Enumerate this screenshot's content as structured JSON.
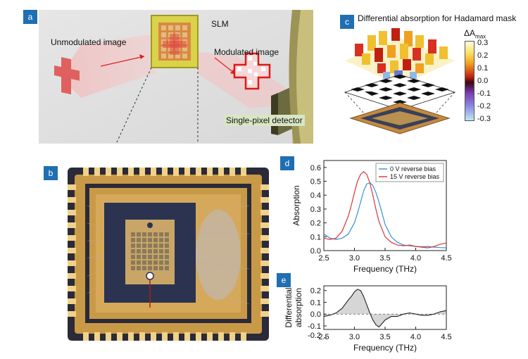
{
  "panels": {
    "a": "a",
    "b": "b",
    "c": "c",
    "d": "d",
    "e": "e"
  },
  "panel_a": {
    "slm_label": "SLM",
    "unmodulated_label": "Unmodulated image",
    "modulated_label": "Modulated image",
    "detector_label": "Single-pixel detector"
  },
  "panel_c": {
    "title": "Differential absorption for Hadamard mask",
    "colorbar_title_main": "ΔA",
    "colorbar_title_sub": "max",
    "colorbar_ticks": [
      "0.3",
      "0.2",
      "0.1",
      "0.0",
      "-0.1",
      "-0.2",
      "-0.3"
    ]
  },
  "chart_data": [
    {
      "type": "line",
      "panel": "d",
      "xlabel": "Frequency (THz)",
      "ylabel": "Absorption",
      "xlim": [
        2.5,
        4.5
      ],
      "ylim": [
        0.0,
        0.65
      ],
      "xticks": [
        "2.5",
        "3.0",
        "3.5",
        "4.0",
        "4.5"
      ],
      "yticks": [
        "0.0",
        "0.1",
        "0.2",
        "0.3",
        "0.4",
        "0.5",
        "0.6"
      ],
      "legend_position": "top-right",
      "series": [
        {
          "name": "0 V reverse bias",
          "color": "#3a8fd8",
          "x": [
            2.5,
            2.6,
            2.7,
            2.8,
            2.9,
            3.0,
            3.05,
            3.1,
            3.15,
            3.2,
            3.25,
            3.3,
            3.35,
            3.4,
            3.45,
            3.5,
            3.6,
            3.7,
            3.8,
            3.9,
            4.0,
            4.1,
            4.2,
            4.3,
            4.4,
            4.5
          ],
          "y": [
            0.12,
            0.09,
            0.08,
            0.09,
            0.12,
            0.2,
            0.27,
            0.35,
            0.43,
            0.48,
            0.49,
            0.47,
            0.42,
            0.35,
            0.27,
            0.19,
            0.1,
            0.06,
            0.04,
            0.035,
            0.03,
            0.028,
            0.03,
            0.025,
            0.022,
            0.02
          ]
        },
        {
          "name": "15 V reverse bias",
          "color": "#d8343a",
          "x": [
            2.5,
            2.6,
            2.7,
            2.8,
            2.9,
            2.95,
            3.0,
            3.05,
            3.1,
            3.15,
            3.2,
            3.25,
            3.3,
            3.35,
            3.4,
            3.5,
            3.6,
            3.7,
            3.8,
            3.9,
            4.0,
            4.1,
            4.2,
            4.3,
            4.4,
            4.5
          ],
          "y": [
            0.09,
            0.08,
            0.09,
            0.14,
            0.25,
            0.33,
            0.42,
            0.5,
            0.55,
            0.57,
            0.55,
            0.49,
            0.4,
            0.3,
            0.21,
            0.1,
            0.06,
            0.04,
            0.035,
            0.04,
            0.03,
            0.025,
            0.02,
            0.03,
            0.045,
            0.055
          ]
        }
      ]
    },
    {
      "type": "area",
      "panel": "e",
      "xlabel": "Frequency (THz)",
      "ylabel_line1": "Differential",
      "ylabel_line2": "absorption",
      "xlim": [
        2.5,
        4.5
      ],
      "ylim": [
        -0.13,
        0.24
      ],
      "xticks": [
        "2.5",
        "3.0",
        "3.5",
        "4.0",
        "4.5"
      ],
      "yticks": [
        "0.2",
        "0.1",
        "0.0",
        "-0.1",
        "-0.2"
      ],
      "series": [
        {
          "x": [
            2.5,
            2.6,
            2.7,
            2.8,
            2.9,
            2.95,
            3.0,
            3.05,
            3.1,
            3.15,
            3.2,
            3.25,
            3.3,
            3.35,
            3.4,
            3.45,
            3.5,
            3.6,
            3.7,
            3.8,
            3.9,
            4.0,
            4.1,
            4.2,
            4.3,
            4.4,
            4.5
          ],
          "y": [
            -0.02,
            -0.01,
            0.01,
            0.05,
            0.12,
            0.15,
            0.19,
            0.21,
            0.2,
            0.15,
            0.08,
            0.01,
            -0.05,
            -0.09,
            -0.11,
            -0.08,
            -0.05,
            -0.02,
            -0.02,
            0.0,
            0.01,
            0.0,
            -0.01,
            -0.01,
            0.0,
            0.02,
            0.03
          ]
        }
      ]
    }
  ]
}
